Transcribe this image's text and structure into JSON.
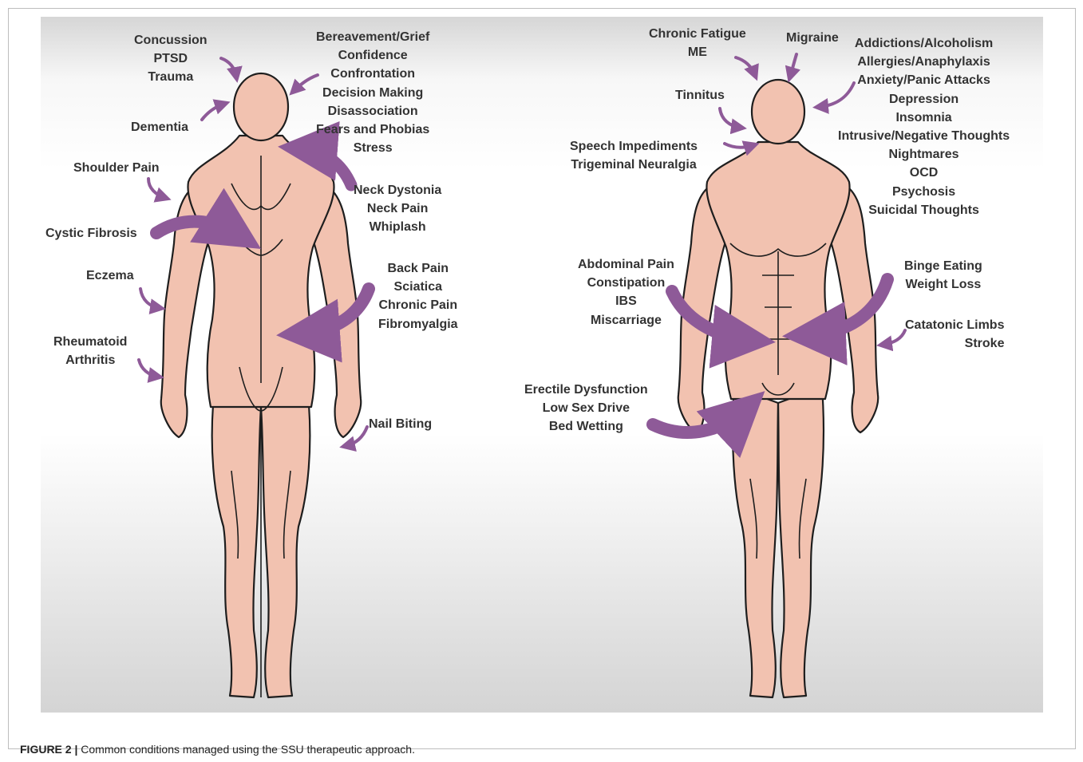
{
  "colors": {
    "skin": "#f2c2b0",
    "outline": "#1e1e1e",
    "arrow": "#8e5a98",
    "text": "#333333"
  },
  "back_view": {
    "head_left": [
      "Concussion",
      "PTSD",
      "Trauma"
    ],
    "head_right": [
      "Bereavement/Grief",
      "Confidence",
      "Confrontation",
      "Decision Making",
      "Disassociation",
      "Fears and Phobias",
      "Stress"
    ],
    "dementia": [
      "Dementia"
    ],
    "shoulder": [
      "Shoulder Pain"
    ],
    "neck": [
      "Neck Dystonia",
      "Neck Pain",
      "Whiplash"
    ],
    "lungs": [
      "Cystic Fibrosis"
    ],
    "back": [
      "Back Pain",
      "Sciatica",
      "Chronic Pain",
      "Fibromyalgia"
    ],
    "skin": [
      "Eczema"
    ],
    "joints": [
      "Rheumatoid",
      "Arthritis"
    ],
    "nails": [
      "Nail Biting"
    ]
  },
  "front_view": {
    "fatigue": [
      "Chronic Fatigue",
      "ME"
    ],
    "migraine": [
      "Migraine"
    ],
    "mind": [
      "Addictions/Alcoholism",
      "Allergies/Anaphylaxis",
      "Anxiety/Panic Attacks",
      "Depression",
      "Insomnia",
      "Intrusive/Negative Thoughts",
      "Nightmares",
      "OCD",
      "Psychosis",
      "Suicidal Thoughts"
    ],
    "tinnitus": [
      "Tinnitus"
    ],
    "speech": [
      "Speech Impediments",
      "Trigeminal Neuralgia"
    ],
    "abdomen": [
      "Abdominal Pain",
      "Constipation",
      "IBS",
      "Miscarriage"
    ],
    "eating": [
      "Binge Eating",
      "Weight Loss"
    ],
    "limbs": [
      "Catatonic Limbs",
      "Stroke"
    ],
    "sexual": [
      "Erectile Dysfunction",
      "Low Sex Drive",
      "Bed Wetting"
    ]
  },
  "caption": {
    "label": "FIGURE 2 |",
    "text": " Common conditions managed using the SSU therapeutic approach."
  }
}
